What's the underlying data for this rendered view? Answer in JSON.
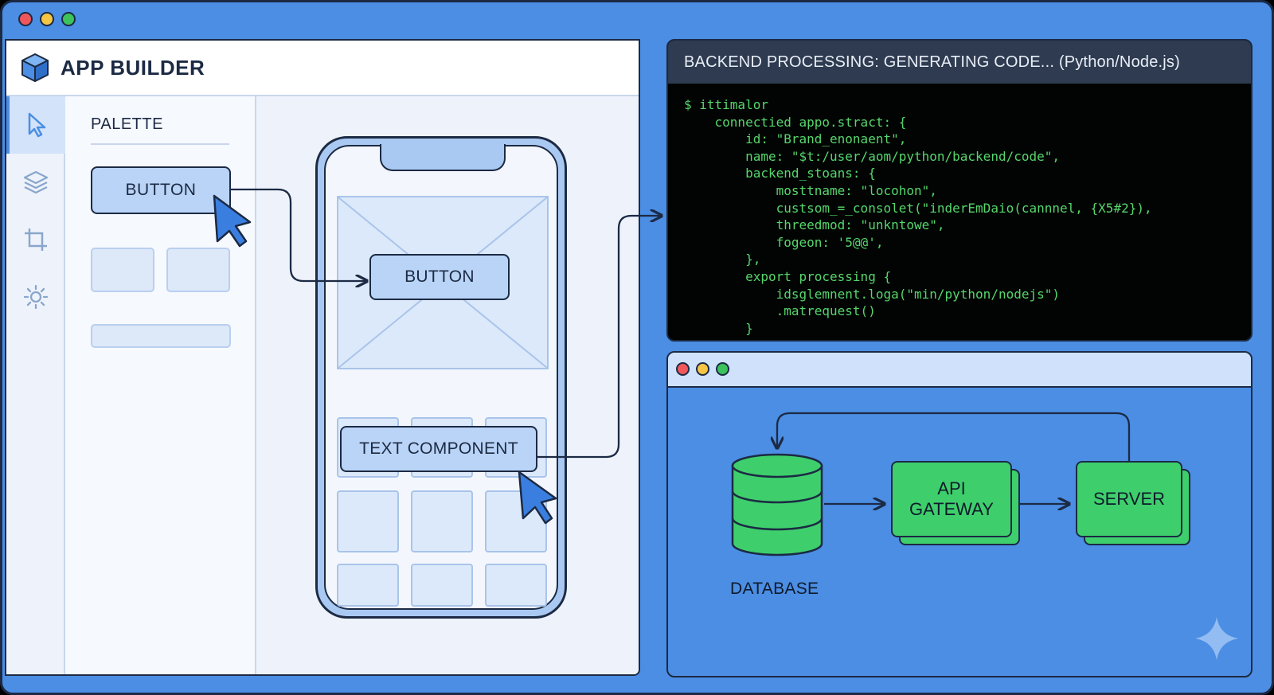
{
  "builder": {
    "title": "APP BUILDER",
    "palette_title": "PALETTE",
    "palette_button_label": "BUTTON",
    "tools": [
      "pointer-icon",
      "layers-icon",
      "crop-icon",
      "settings-icon"
    ]
  },
  "canvas": {
    "button_label": "BUTTON",
    "text_component_label": "TEXT COMPONENT"
  },
  "terminal": {
    "title": "BACKEND PROCESSING: GENERATING CODE... (Python/Node.js)",
    "code": "$ ittimalor\n    connectied appo.stract: {\n        id: \"Brand_enonaent\",\n        name: \"$t:/user/aom/python/backend/code\",\n        backend_stoans: {\n            mosttname: \"locohon\",\n            custsom_=_consolet(\"inderEmDaio(cannnel, {X5#2}),\n            threedmod: \"unkntowe\",\n            fogeon: '5@@',\n        },\n        export processing {\n            idsglemnent.loga(\"min/python/nodejs\")\n            .matrequest()\n        }"
  },
  "diagram": {
    "database_label": "DATABASE",
    "api_gateway_label": "API\nGATEWAY",
    "server_label": "SERVER"
  },
  "colors": {
    "frame_blue": "#4b8ee4",
    "outline": "#1c2a44",
    "component_blue": "#b9d4f6",
    "terminal_green": "#56d66c",
    "diagram_green": "#3ecf6c"
  }
}
